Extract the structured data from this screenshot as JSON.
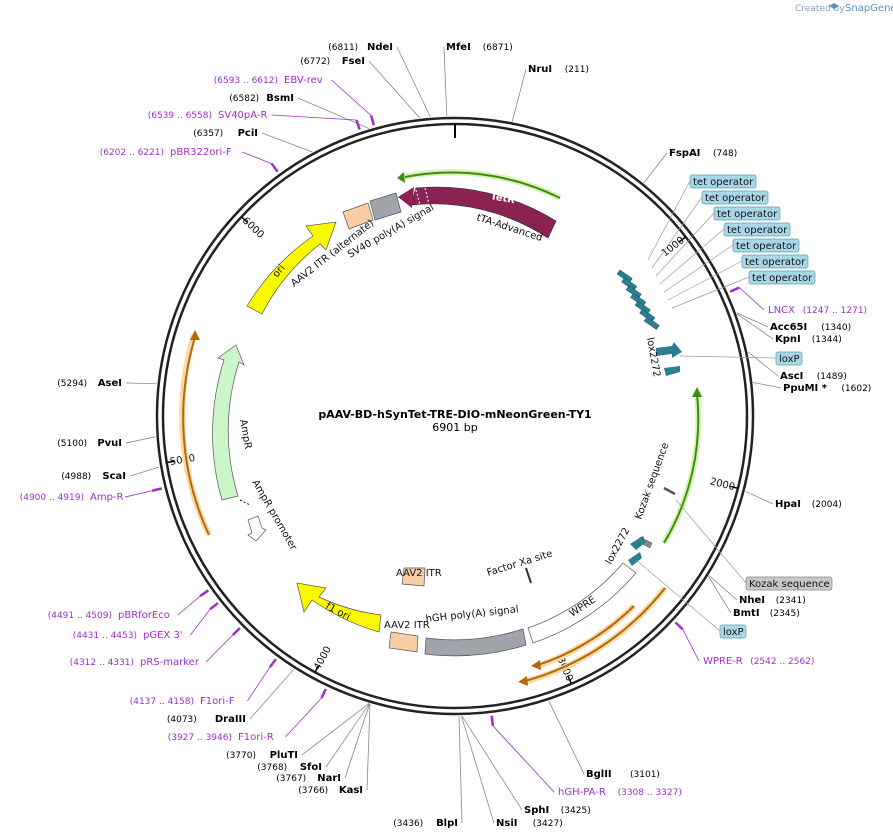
{
  "attribution": {
    "created_by": "Created by",
    "brand": "SnapGene"
  },
  "plasmid": {
    "name": "pAAV-BD-hSynTet-TRE-DIO-mNeonGreen-TY1",
    "length": 6901,
    "length_label": "6901 bp"
  },
  "ticks": [
    1000,
    2000,
    3000,
    4000,
    5000,
    6000
  ],
  "enzymes": [
    {
      "name": "NdeI",
      "pos": 6811,
      "pos_label": "(6811)"
    },
    {
      "name": "FseI",
      "pos": 6772,
      "pos_label": "(6772)"
    },
    {
      "name": "MfeI",
      "pos": 6871,
      "pos_label": "(6871)"
    },
    {
      "name": "NruI",
      "pos": 211,
      "pos_label": "(211)"
    },
    {
      "name": "BsmI",
      "pos": 6582,
      "pos_label": "(6582)"
    },
    {
      "name": "PciI",
      "pos": 6357,
      "pos_label": "(6357)"
    },
    {
      "name": "FspAI",
      "pos": 748,
      "pos_label": "(748)"
    },
    {
      "name": "Acc65I",
      "pos": 1340,
      "pos_label": "(1340)"
    },
    {
      "name": "KpnI",
      "pos": 1344,
      "pos_label": "(1344)"
    },
    {
      "name": "AscI",
      "pos": 1489,
      "pos_label": "(1489)"
    },
    {
      "name": "PpuMI *",
      "pos": 1602,
      "pos_label": "(1602)"
    },
    {
      "name": "AseI",
      "pos": 5294,
      "pos_label": "(5294)"
    },
    {
      "name": "PvuI",
      "pos": 5100,
      "pos_label": "(5100)"
    },
    {
      "name": "ScaI",
      "pos": 4988,
      "pos_label": "(4988)"
    },
    {
      "name": "HpaI",
      "pos": 2004,
      "pos_label": "(2004)"
    },
    {
      "name": "NheI",
      "pos": 2341,
      "pos_label": "(2341)"
    },
    {
      "name": "BmtI",
      "pos": 2345,
      "pos_label": "(2345)"
    },
    {
      "name": "DraIII",
      "pos": 4073,
      "pos_label": "(4073)"
    },
    {
      "name": "PluTI",
      "pos": 3770,
      "pos_label": "(3770)"
    },
    {
      "name": "SfoI",
      "pos": 3768,
      "pos_label": "(3768)"
    },
    {
      "name": "NarI",
      "pos": 3767,
      "pos_label": "(3767)"
    },
    {
      "name": "KasI",
      "pos": 3766,
      "pos_label": "(3766)"
    },
    {
      "name": "BglII",
      "pos": 3101,
      "pos_label": "(3101)"
    },
    {
      "name": "SphI",
      "pos": 3425,
      "pos_label": "(3425)"
    },
    {
      "name": "NsiI",
      "pos": 3427,
      "pos_label": "(3427)"
    },
    {
      "name": "BlpI",
      "pos": 3436,
      "pos_label": "(3436)"
    }
  ],
  "primers": [
    {
      "name": "EBV-rev",
      "range": "(6593 .. 6612)",
      "pos": 6602
    },
    {
      "name": "SV40pA-R",
      "range": "(6539 .. 6558)",
      "pos": 6548
    },
    {
      "name": "pBR322ori-F",
      "range": "(6202 .. 6221)",
      "pos": 6211
    },
    {
      "name": "LNCX",
      "range": "(1247 .. 1271)",
      "pos": 1259
    },
    {
      "name": "Amp-R",
      "range": "(4900 .. 4919)",
      "pos": 4910
    },
    {
      "name": "pBRforEco",
      "range": "(4491 .. 4509)",
      "pos": 4500
    },
    {
      "name": "pGEX 3'",
      "range": "(4431 .. 4453)",
      "pos": 4442
    },
    {
      "name": "pRS-marker",
      "range": "(4312 .. 4331)",
      "pos": 4321
    },
    {
      "name": "F1ori-F",
      "range": "(4137 .. 4158)",
      "pos": 4148
    },
    {
      "name": "F1ori-R",
      "range": "(3927 .. 3946)",
      "pos": 3936
    },
    {
      "name": "WPRE-R",
      "range": "(2542 .. 2562)",
      "pos": 2552
    },
    {
      "name": "hGH-PA-R",
      "range": "(3308 .. 3327)",
      "pos": 3317
    }
  ],
  "boxed_features": [
    {
      "name": "tet operator"
    },
    {
      "name": "tet operator"
    },
    {
      "name": "tet operator"
    },
    {
      "name": "tet operator"
    },
    {
      "name": "tet operator"
    },
    {
      "name": "tet operator"
    },
    {
      "name": "tet operator"
    },
    {
      "name": "loxP"
    },
    {
      "name": "Kozak sequence"
    },
    {
      "name": "loxP"
    }
  ],
  "features": {
    "tetr": "TetR",
    "tta": "tTA-Advanced",
    "sv40": "SV40 poly(A) signal",
    "aav2_itr_alt": "AAV2 ITR (alternate)",
    "ori": "ori",
    "ampr": "AmpR",
    "ampr_promoter": "AmpR promoter",
    "f1ori": "f1 ori",
    "aav2_itr_1": "AAV2 ITR",
    "aav2_itr_2": "AAV2 ITR",
    "hgh": "hGH poly(A) signal",
    "factor_xa": "Factor Xa site",
    "wpre": "WPRE",
    "lox2272_top": "lox2272",
    "lox2272_bottom": "lox2272",
    "kozak": "Kozak sequence"
  },
  "colors": {
    "tetr": "#8b2252",
    "tta_line": "#6aa51d",
    "sv40": "#a0a4ab",
    "itr": "#f8cda4",
    "ori": "#f8f800",
    "ampr": "#ccf5c8",
    "promoter": "#ffffff",
    "primer": "#9b30c8",
    "operator": "#2e7e92",
    "box": "#a8d8e6",
    "wpre_line": "#b26b0a",
    "amp_line": "#b26b0a"
  }
}
